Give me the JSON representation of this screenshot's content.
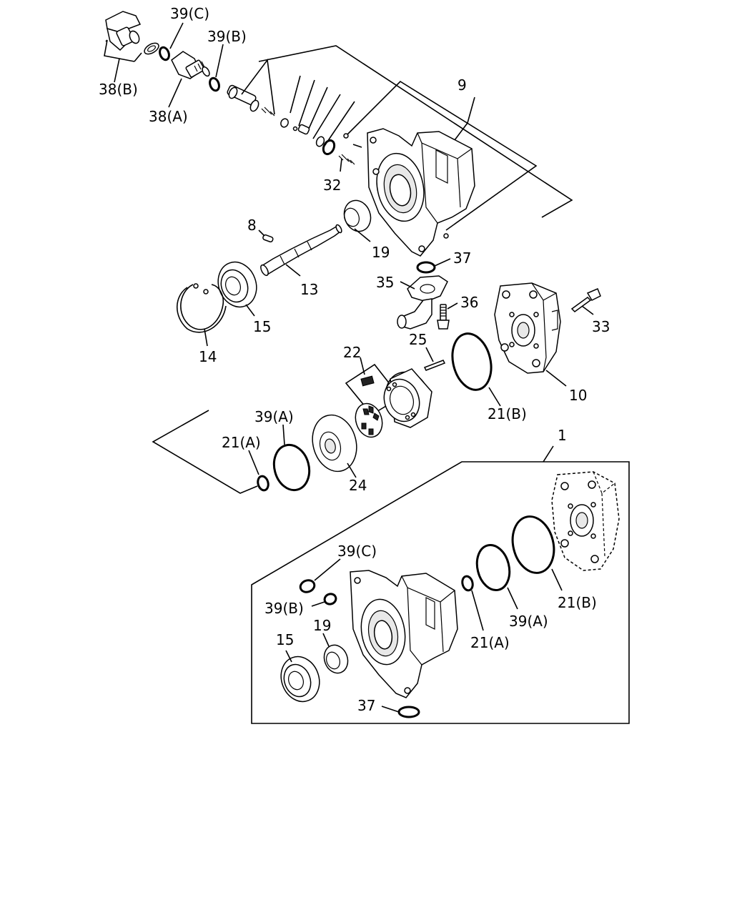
{
  "diagram": {
    "labels": {
      "l38b": "38(B)",
      "l38a": "38(A)",
      "l39c_top": "39(C)",
      "l39b_top": "39(B)",
      "l9": "9",
      "l32": "32",
      "l8": "8",
      "l19_top": "19",
      "l13": "13",
      "l15_top": "15",
      "l14": "14",
      "l37_top": "37",
      "l35": "35",
      "l36": "36",
      "l33": "33",
      "l10": "10",
      "l22": "22",
      "l25": "25",
      "l21b_top": "21(B)",
      "l39a_top": "39(A)",
      "l21a_top": "21(A)",
      "l24": "24",
      "l1": "1",
      "l39c_kit": "39(C)",
      "l39b_kit": "39(B)",
      "l15_kit": "15",
      "l19_kit": "19",
      "l21a_kit": "21(A)",
      "l39a_kit": "39(A)",
      "l21b_kit": "21(B)",
      "l37_kit": "37"
    }
  }
}
